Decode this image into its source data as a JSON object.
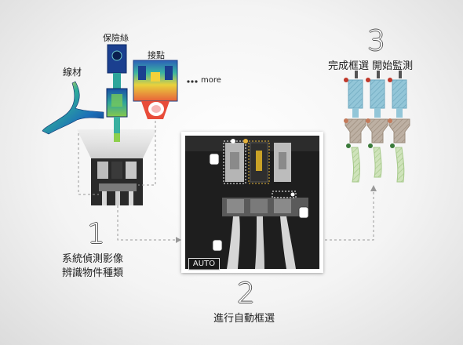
{
  "labels": {
    "wire": "線材",
    "fuse": "保險絲",
    "contact": "接點",
    "more": "more"
  },
  "steps": [
    {
      "number": "1",
      "lines": [
        "系統偵測影像",
        "辨識物件種類"
      ]
    },
    {
      "number": "2",
      "lines": [
        "進行自動框選"
      ]
    },
    {
      "number": "3",
      "lines": [
        "完成框選 開始監測"
      ]
    }
  ],
  "badge": "AUTO",
  "colors": {
    "box_blue": "#8fc4d6",
    "box_brown": "#b7a79a",
    "box_green": "#c6dcb0",
    "arrow": "#999999",
    "node_red": "#c0392b",
    "node_green": "#3a7a3a"
  }
}
